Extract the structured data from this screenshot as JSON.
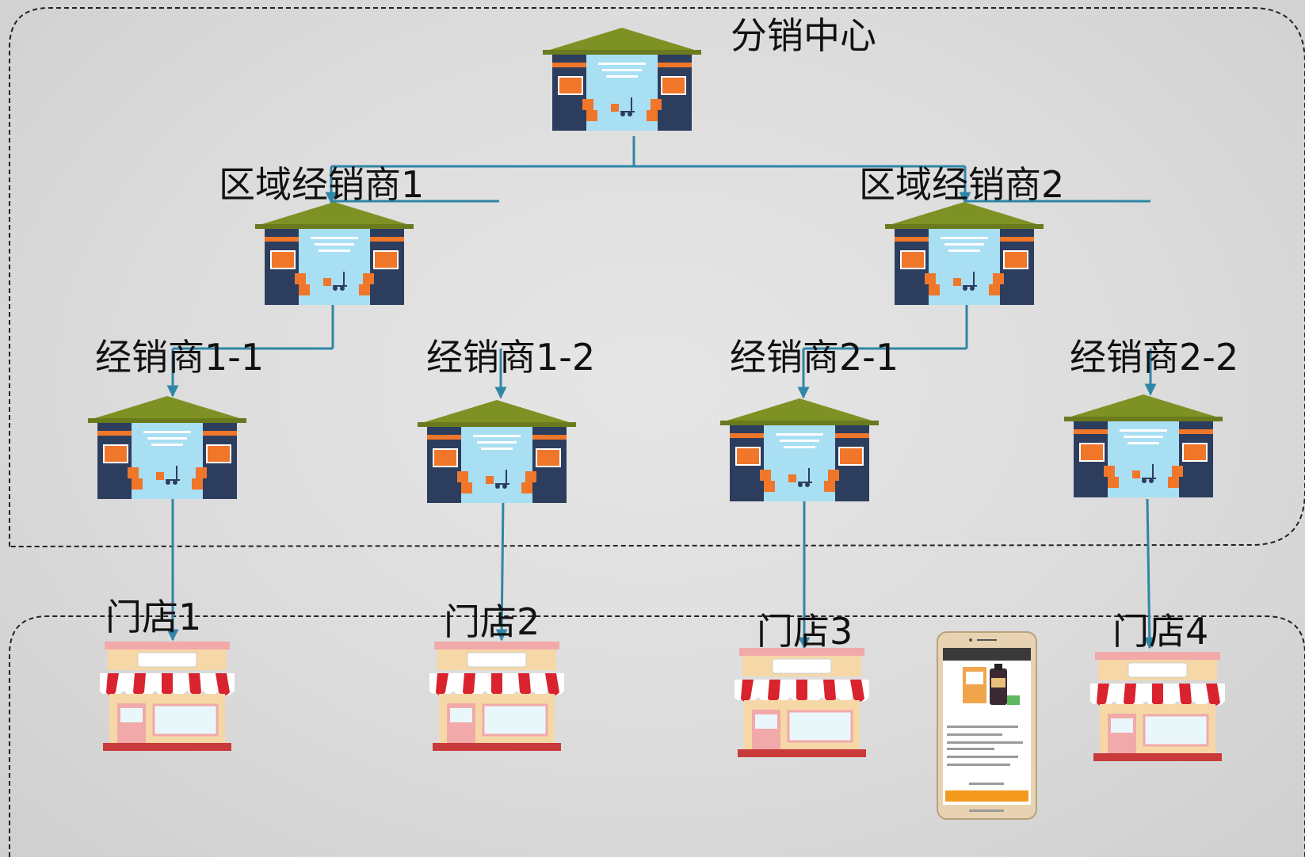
{
  "top_node": {
    "label": "分销中心"
  },
  "regional": [
    {
      "label": "区域经销商1"
    },
    {
      "label": "区域经销商2"
    }
  ],
  "dealers": [
    {
      "label": "经销商1-1"
    },
    {
      "label": "经销商1-2"
    },
    {
      "label": "经销商2-1"
    },
    {
      "label": "经销商2-2"
    }
  ],
  "stores": [
    {
      "label": "门店1"
    },
    {
      "label": "门店2"
    },
    {
      "label": "门店3"
    },
    {
      "label": "门店4"
    }
  ],
  "colors": {
    "connector": "#2f86a6",
    "roof": "#7e9125",
    "wall": "#2d3d5e",
    "glass": "#a8dff2",
    "crate": "#f0762a",
    "awning_red": "#d9232e",
    "store_wall": "#f6d7a6",
    "boundary": "#222222"
  }
}
